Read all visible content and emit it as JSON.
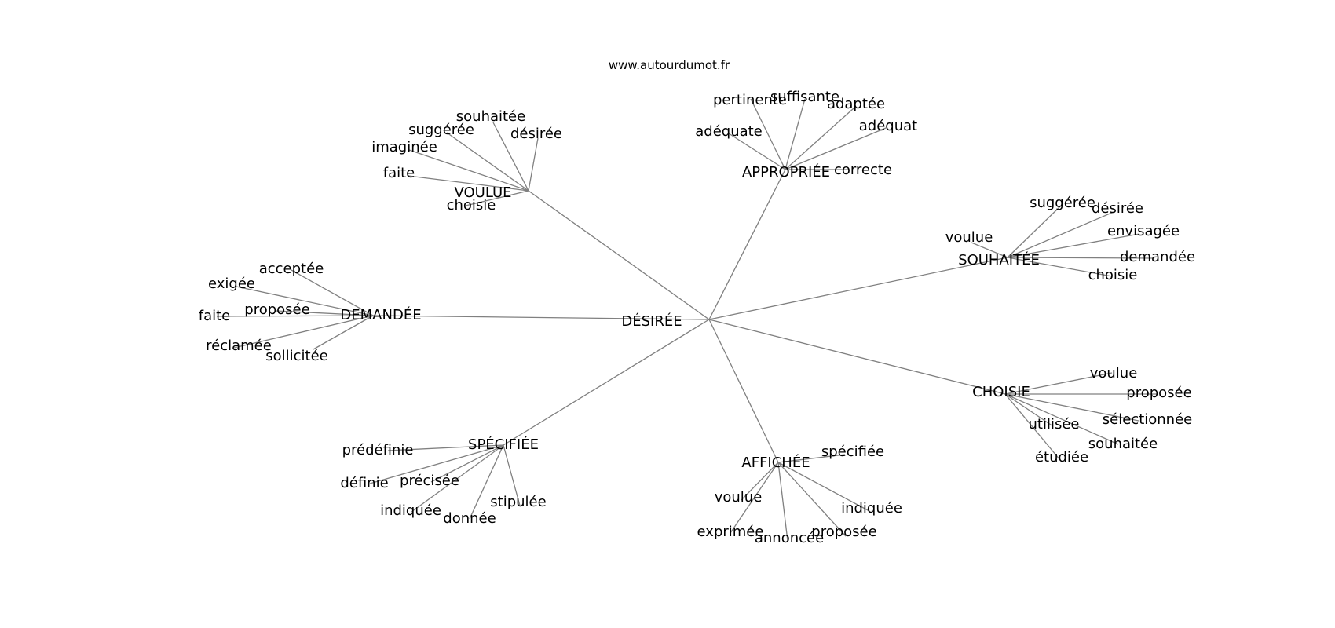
{
  "source": "www.autourdumot.fr",
  "colors": {
    "edge": "#808080",
    "text": "#000000",
    "background": "#ffffff"
  },
  "center": {
    "id": "desiree",
    "label": "DÉSIRÉE"
  },
  "groups": [
    {
      "id": "voulue",
      "label": "VOULUE",
      "leaves": [
        {
          "id": "voulue-souhaitee",
          "label": "souhaitée"
        },
        {
          "id": "voulue-desiree",
          "label": "désirée"
        },
        {
          "id": "voulue-suggeree",
          "label": "suggérée"
        },
        {
          "id": "voulue-imaginee",
          "label": "imaginée"
        },
        {
          "id": "voulue-faite",
          "label": "faite"
        },
        {
          "id": "voulue-choisie",
          "label": "choisie"
        }
      ]
    },
    {
      "id": "appropriee",
      "label": "APPROPRIÉE",
      "leaves": [
        {
          "id": "appropriee-pertinente",
          "label": "pertinente"
        },
        {
          "id": "appropriee-suffisante",
          "label": "suffisante"
        },
        {
          "id": "appropriee-adaptee",
          "label": "adaptée"
        },
        {
          "id": "appropriee-adequate",
          "label": "adéquate"
        },
        {
          "id": "appropriee-adequat",
          "label": "adéquat"
        },
        {
          "id": "appropriee-correcte",
          "label": "correcte"
        }
      ]
    },
    {
      "id": "souhaitee",
      "label": "SOUHAITÉE",
      "leaves": [
        {
          "id": "souhaitee-suggeree",
          "label": "suggérée"
        },
        {
          "id": "souhaitee-desiree",
          "label": "désirée"
        },
        {
          "id": "souhaitee-voulue",
          "label": "voulue"
        },
        {
          "id": "souhaitee-envisagee",
          "label": "envisagée"
        },
        {
          "id": "souhaitee-demandee",
          "label": "demandée"
        },
        {
          "id": "souhaitee-choisie",
          "label": "choisie"
        }
      ]
    },
    {
      "id": "demandee",
      "label": "DEMANDÉE",
      "leaves": [
        {
          "id": "demandee-acceptee",
          "label": "acceptée"
        },
        {
          "id": "demandee-exigee",
          "label": "exigée"
        },
        {
          "id": "demandee-proposee",
          "label": "proposée"
        },
        {
          "id": "demandee-faite",
          "label": "faite"
        },
        {
          "id": "demandee-reclamee",
          "label": "réclamée"
        },
        {
          "id": "demandee-sollicitee",
          "label": "sollicitée"
        }
      ]
    },
    {
      "id": "choisie",
      "label": "CHOISIE",
      "leaves": [
        {
          "id": "choisie-voulue",
          "label": "voulue"
        },
        {
          "id": "choisie-proposee",
          "label": "proposée"
        },
        {
          "id": "choisie-selectionnee",
          "label": "sélectionnée"
        },
        {
          "id": "choisie-utilisee",
          "label": "utilisée"
        },
        {
          "id": "choisie-souhaitee",
          "label": "souhaitée"
        },
        {
          "id": "choisie-etudiee",
          "label": "étudiée"
        }
      ]
    },
    {
      "id": "specifiee",
      "label": "SPÉCIFIÉE",
      "leaves": [
        {
          "id": "specifiee-predefinie",
          "label": "prédéfinie"
        },
        {
          "id": "specifiee-definie",
          "label": "définie"
        },
        {
          "id": "specifiee-precisee",
          "label": "précisée"
        },
        {
          "id": "specifiee-stipulee",
          "label": "stipulée"
        },
        {
          "id": "specifiee-indiquee",
          "label": "indiquée"
        },
        {
          "id": "specifiee-donnee",
          "label": "donnée"
        }
      ]
    },
    {
      "id": "affichee",
      "label": "AFFICHÉE",
      "leaves": [
        {
          "id": "affichee-specifiee",
          "label": "spécifiée"
        },
        {
          "id": "affichee-voulue",
          "label": "voulue"
        },
        {
          "id": "affichee-indiquee",
          "label": "indiquée"
        },
        {
          "id": "affichee-exprimee",
          "label": "exprimée"
        },
        {
          "id": "affichee-proposee",
          "label": "proposée"
        },
        {
          "id": "affichee-annoncee",
          "label": "annoncée"
        }
      ]
    }
  ]
}
